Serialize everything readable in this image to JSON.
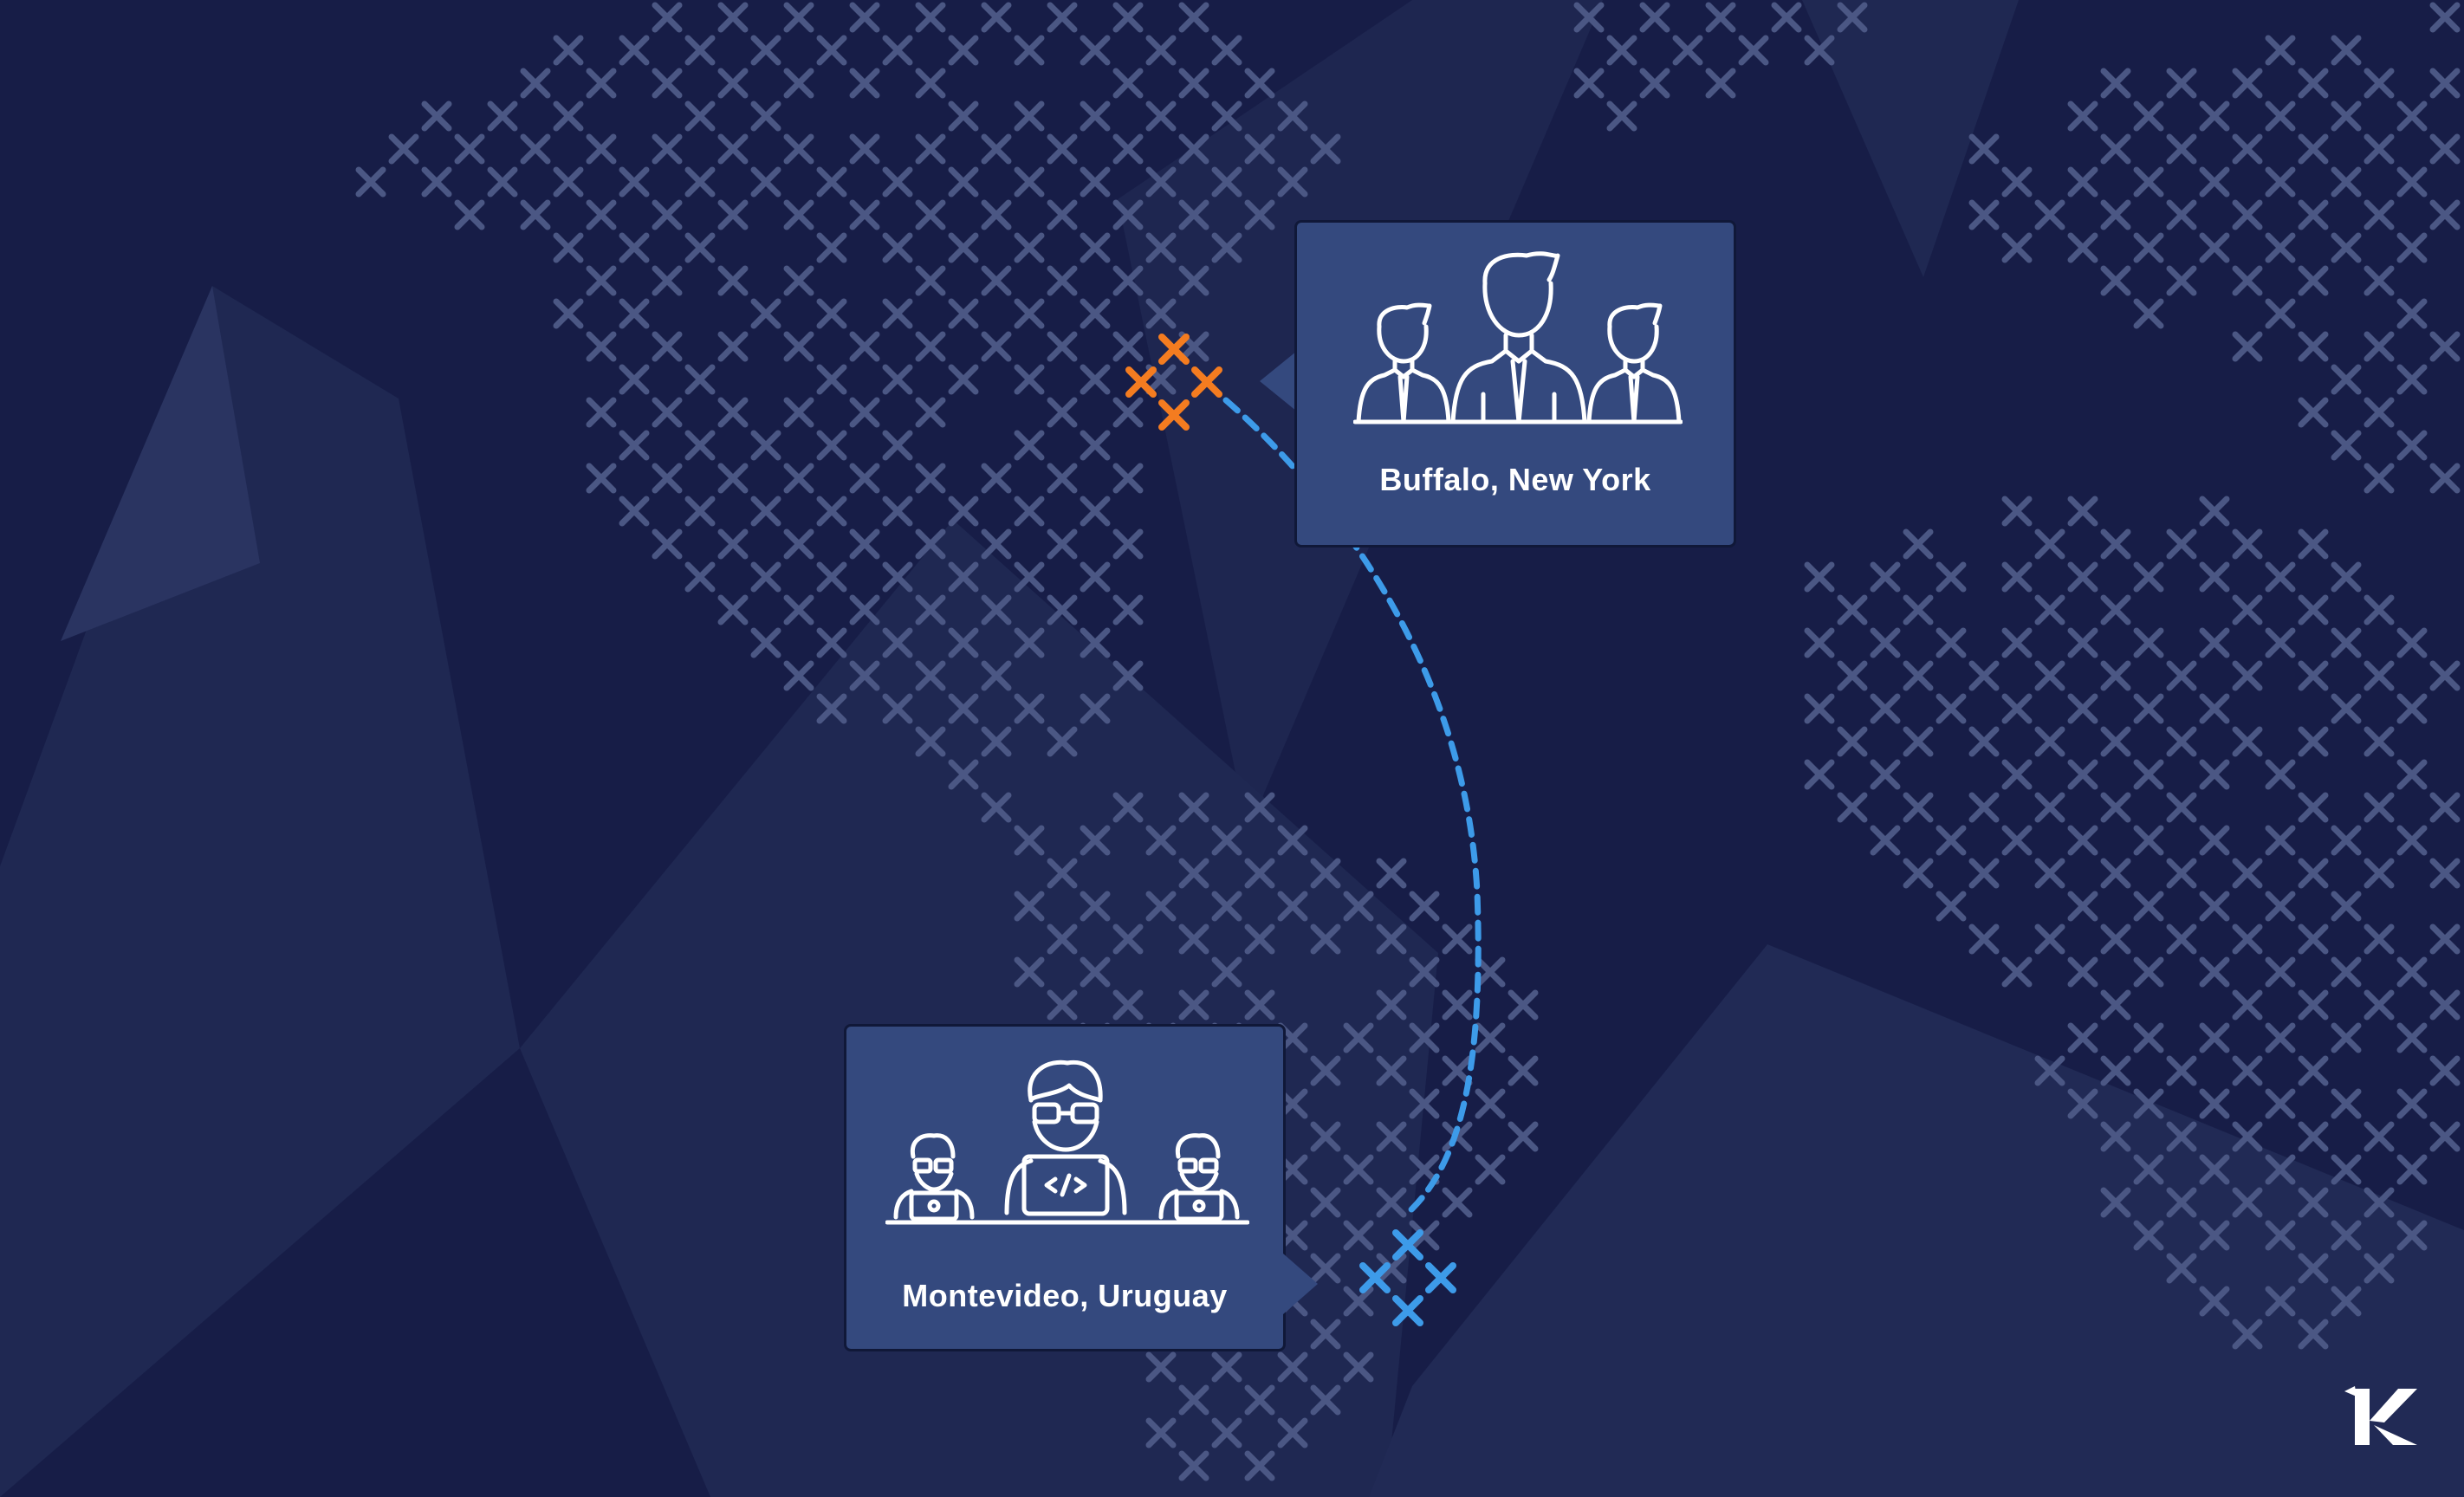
{
  "map": {
    "background_color": "#171d47",
    "land_marker_color": "#4b5784",
    "route_color": "#3d9be9",
    "origin_marker_color": "#f47c20",
    "destination_marker_color": "#3d9be9"
  },
  "locations": {
    "buffalo": {
      "label": "Buffalo, New York",
      "icon": "team-of-three-people-icon",
      "marker": "orange-x-cluster"
    },
    "montevideo": {
      "label": "Montevideo, Uruguay",
      "icon": "developers-with-laptops-icon",
      "marker": "blue-x-cluster"
    }
  },
  "route": {
    "from": "Montevideo, Uruguay",
    "to": "Buffalo, New York",
    "style": "dashed"
  },
  "logo": {
    "icon": "k-bird-logo-icon"
  }
}
